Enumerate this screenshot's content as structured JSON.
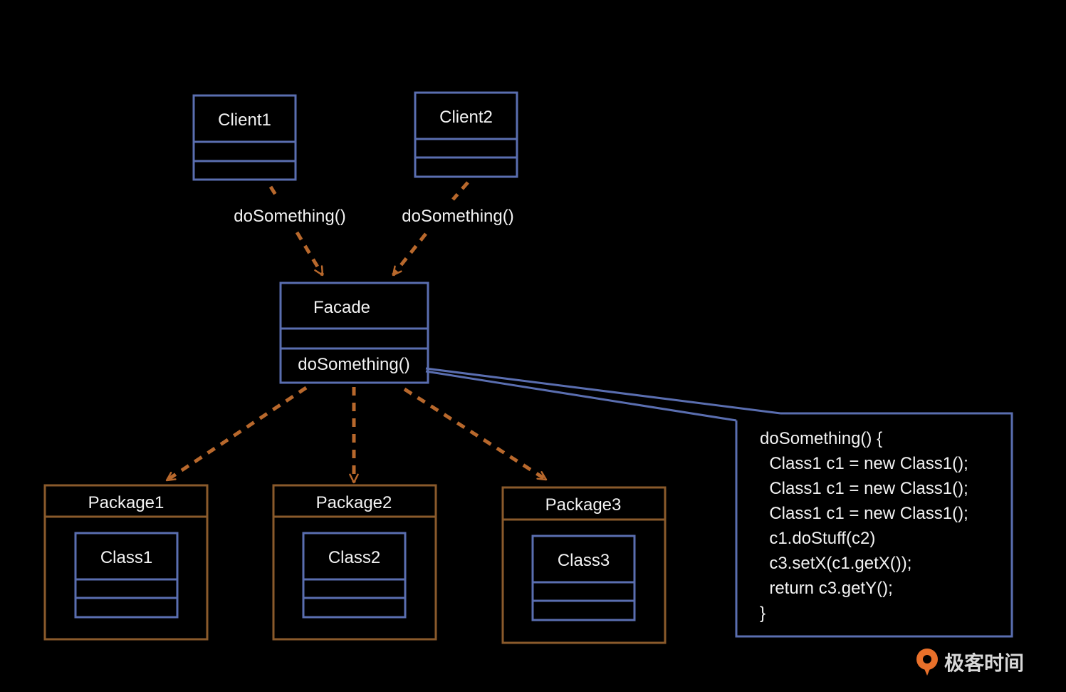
{
  "colors": {
    "background": "#000000",
    "class_border": "#5a6eb0",
    "package_border": "#8a5a2b",
    "dependency_arrow": "#b8682c",
    "text": "#f2f2f2",
    "logo_accent": "#e8702a"
  },
  "clients": [
    {
      "name": "Client1"
    },
    {
      "name": "Client2"
    }
  ],
  "client_calls": [
    {
      "label": "doSomething()"
    },
    {
      "label": "doSomething()"
    }
  ],
  "facade": {
    "name": "Facade",
    "method": "doSomething()"
  },
  "packages": [
    {
      "name": "Package1",
      "class_name": "Class1"
    },
    {
      "name": "Package2",
      "class_name": "Class2"
    },
    {
      "name": "Package3",
      "class_name": "Class3"
    }
  ],
  "code_note": {
    "lines": [
      "doSomething() {",
      "  Class1 c1 = new Class1();",
      "  Class1 c1 = new Class1();",
      "  Class1 c1 = new Class1();",
      "  c1.doStuff(c2)",
      "  c3.setX(c1.getX());",
      "  return c3.getY();",
      "}"
    ]
  },
  "logo": {
    "icon": "geektime-logo-icon",
    "text": "极客时间"
  }
}
